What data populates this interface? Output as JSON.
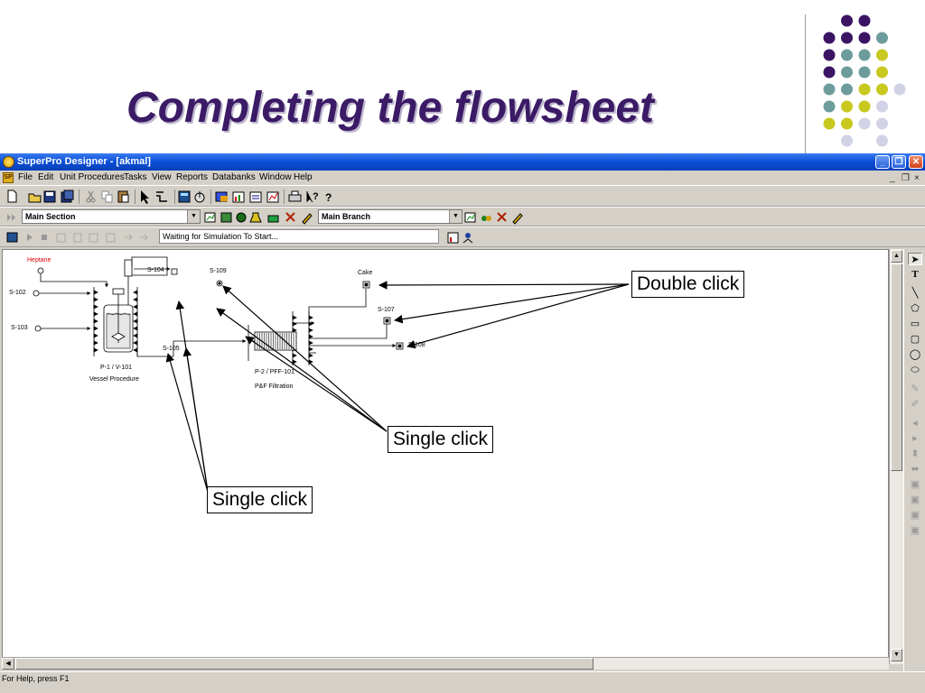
{
  "slide": {
    "title": "Completing the flowsheet",
    "dot_colors": {
      "purple": "#3b1464",
      "teal": "#6e9c9c",
      "olive": "#c8c81e",
      "lavender": "#d2d2e6"
    }
  },
  "window": {
    "title": "SuperPro Designer - [akmal]",
    "minimize_glyph": "_",
    "restore_glyph": "❐",
    "close_glyph": "✕",
    "mdi_controls": [
      "_",
      "❐",
      "×"
    ]
  },
  "menu": {
    "items": [
      "File",
      "Edit",
      "Unit Procedures",
      "Tasks",
      "View",
      "Reports",
      "Databanks",
      "Window",
      "Help"
    ]
  },
  "toolbar2": {
    "section_combo": "Main Section",
    "branch_combo": "Main Branch"
  },
  "toolbar3": {
    "status_field": "Waiting for Simulation To Start..."
  },
  "flowsheet": {
    "streams": {
      "heptane": "Heptane",
      "s102": "S-102",
      "s103": "S-103",
      "s104": "S-104",
      "s105": "S-105",
      "s109": "S-109",
      "cake": "Cake",
      "s107": "S-107",
      "s108": "S-108"
    },
    "units": {
      "p1_name": "P-1 / V-101",
      "p1_desc": "Vessel Procedure",
      "p2_name": "P-2 / PFF-101",
      "p2_desc": "P&F Filtration"
    }
  },
  "callouts": {
    "double_click": "Double click",
    "single_click_right": "Single click",
    "single_click_left": "Single click"
  },
  "statusbar": {
    "text": "For Help, press F1"
  },
  "icons": [
    "new-file-icon",
    "open-folder-icon",
    "save-icon",
    "save-all-icon",
    "cut-icon",
    "copy-icon",
    "paste-icon",
    "pointer-icon",
    "connect-icon",
    "calculator-icon",
    "mixer-icon",
    "print-icon",
    "help-icon",
    "text-tool-icon",
    "line-tool-icon",
    "rectangle-tool-icon",
    "ellipse-tool-icon"
  ]
}
